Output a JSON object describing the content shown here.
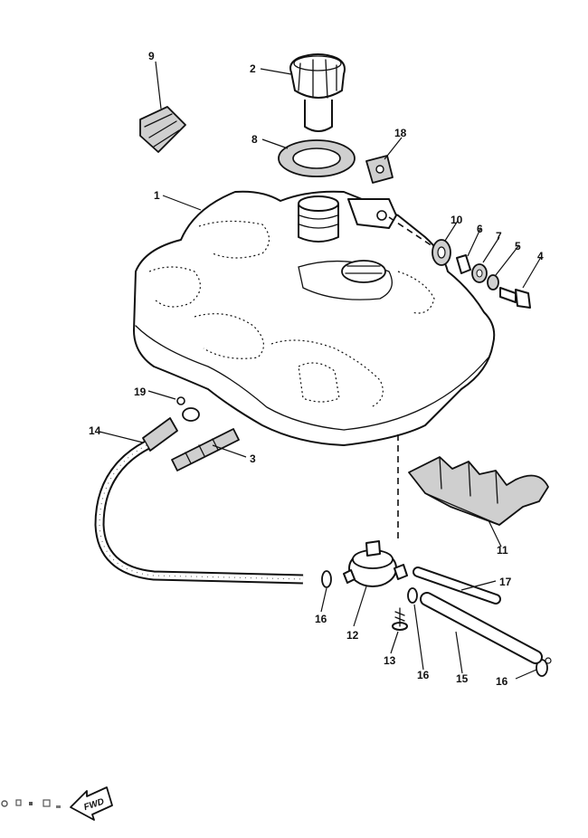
{
  "labels": {
    "p1": "1",
    "p2": "2",
    "p3": "3",
    "p4": "4",
    "p5": "5",
    "p6": "6",
    "p7": "7",
    "p8": "8",
    "p9": "9",
    "p10": "10",
    "p11": "11",
    "p12": "12",
    "p13": "13",
    "p14": "14",
    "p15": "15",
    "p16a": "16",
    "p16b": "16",
    "p16c": "16",
    "p17": "17",
    "p18": "18",
    "p19": "19"
  },
  "fwd": {
    "text": "FWD"
  }
}
